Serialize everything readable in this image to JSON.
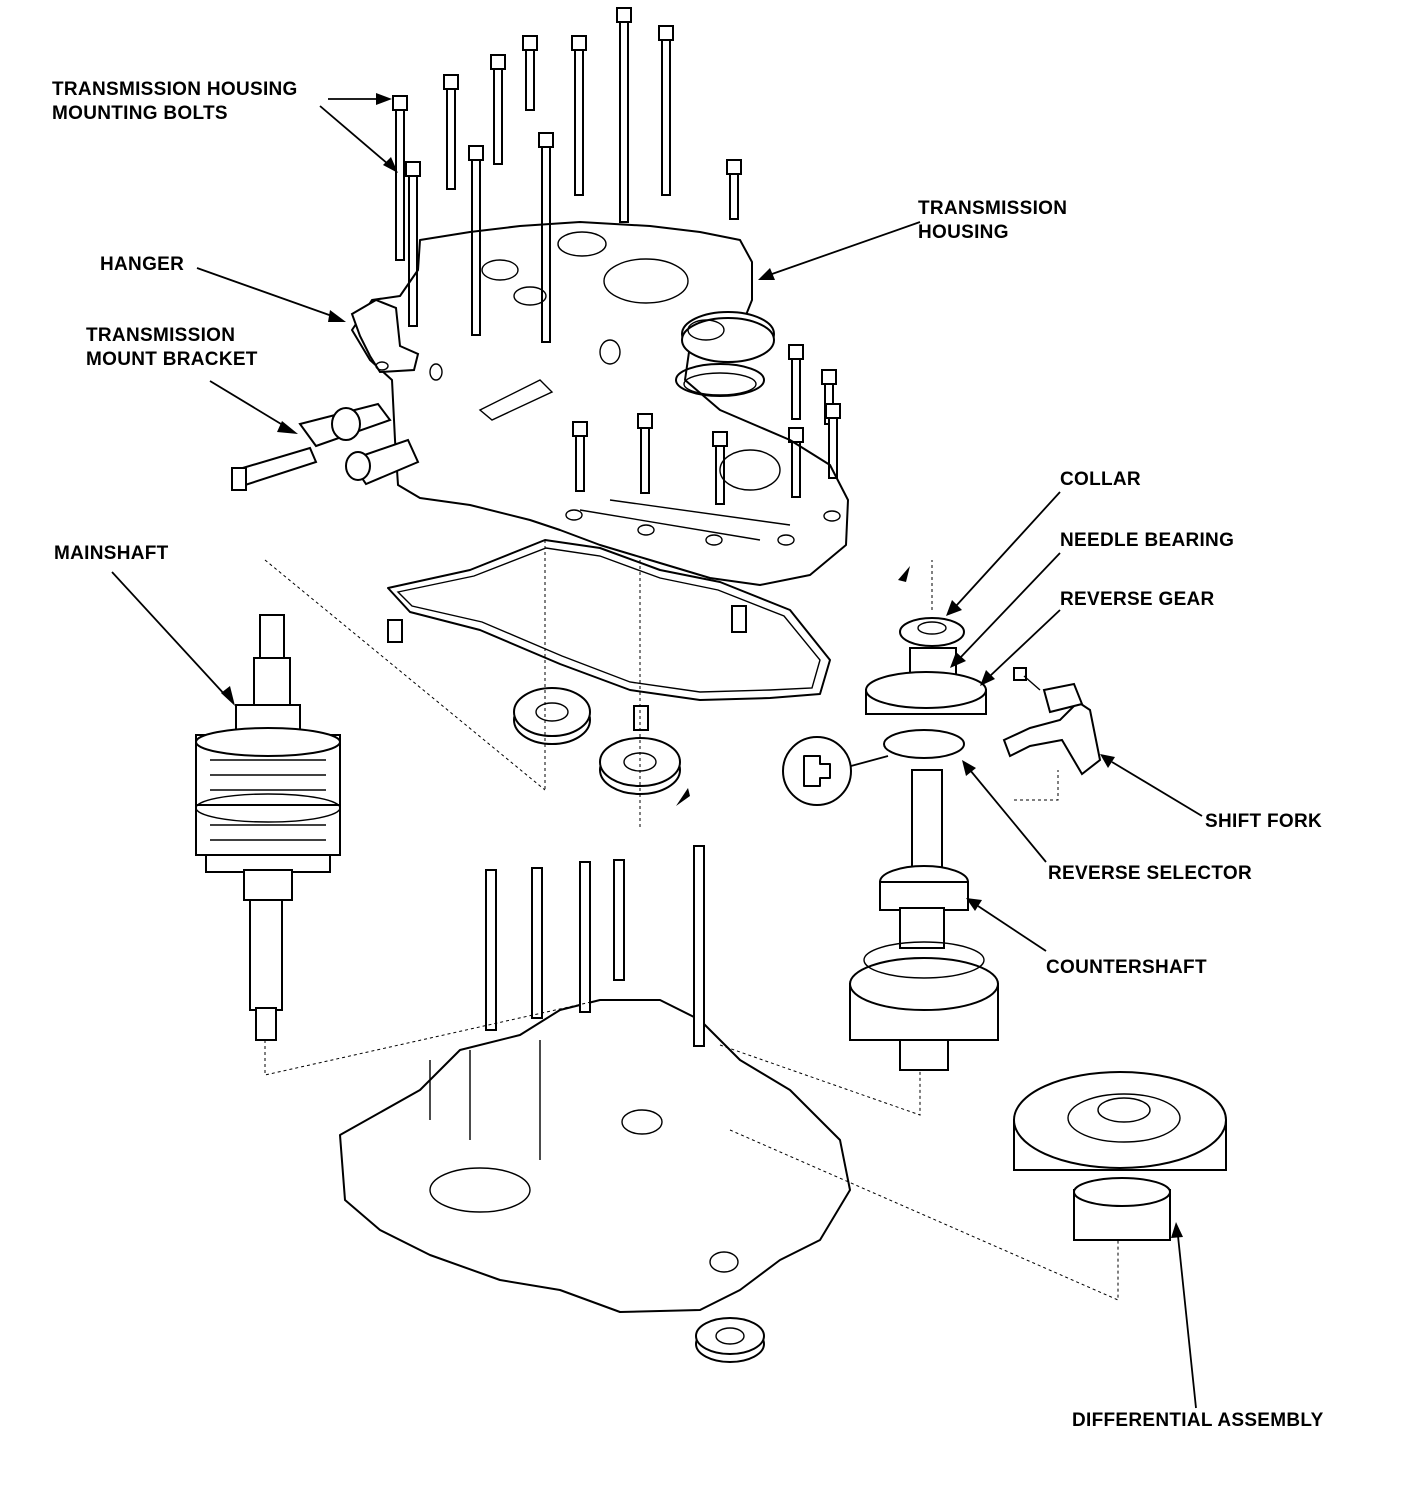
{
  "labels": {
    "bolts": "TRANSMISSION HOUSING\nMOUNTING BOLTS",
    "housing": "TRANSMISSION\nHOUSING",
    "hanger": "HANGER",
    "mount_bracket": "TRANSMISSION\nMOUNT BRACKET",
    "mainshaft": "MAINSHAFT",
    "collar": "COLLAR",
    "needle_bearing": "NEEDLE BEARING",
    "reverse_gear": "REVERSE GEAR",
    "shift_fork": "SHIFT FORK",
    "reverse_selector": "REVERSE SELECTOR",
    "countershaft": "COUNTERSHAFT",
    "differential": "DIFFERENTIAL ASSEMBLY"
  }
}
